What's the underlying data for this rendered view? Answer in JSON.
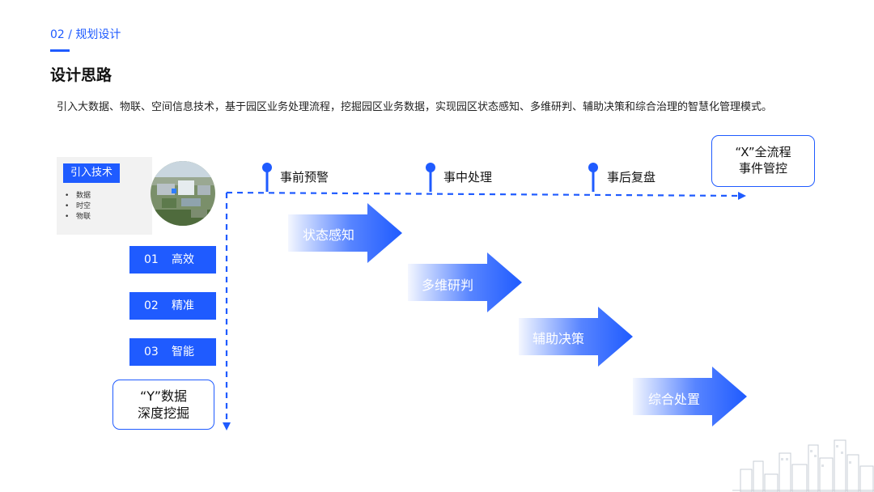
{
  "breadcrumb": "02 / 规划设计",
  "title": "设计思路",
  "intro": "引入大数据、物联、空间信息技术，基于园区业务处理流程，挖掘园区业务数据，实现园区状态感知、多维研判、辅助决策和综合治理的智慧化管理模式。",
  "tech": {
    "tag": "引入技术",
    "items": [
      "数据",
      "时空",
      "物联"
    ]
  },
  "features": [
    {
      "num": "01",
      "label": "高效"
    },
    {
      "num": "02",
      "label": "精准"
    },
    {
      "num": "03",
      "label": "智能"
    }
  ],
  "y_axis": {
    "line1": "“Y”数据",
    "line2": "深度挖掘"
  },
  "x_axis": {
    "line1": "“X”全流程",
    "line2": "事件管控"
  },
  "phases": [
    "事前预警",
    "事中处理",
    "事后复盘"
  ],
  "steps": [
    "状态感知",
    "多维研判",
    "辅助决策",
    "综合处置"
  ],
  "colors": {
    "accent": "#1f5bff"
  }
}
